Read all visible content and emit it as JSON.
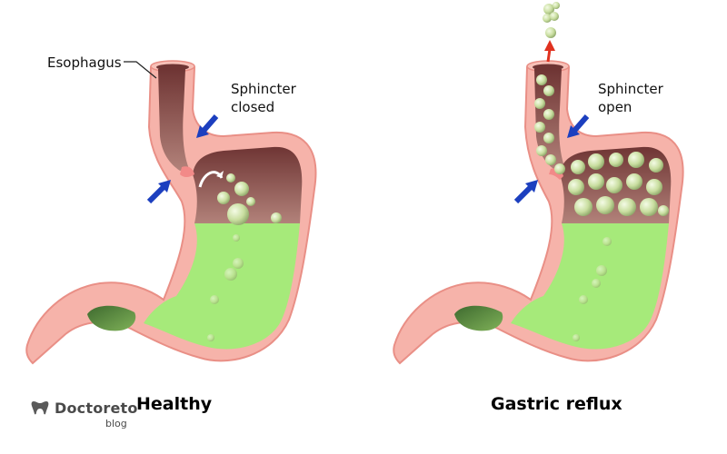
{
  "labels": {
    "esophagus": "Esophagus",
    "sphincter_closed": [
      "Sphincter",
      "closed"
    ],
    "sphincter_open": [
      "Sphincter",
      "open"
    ]
  },
  "captions": {
    "left": "Healthy",
    "right": "Gastric reflux"
  },
  "brand": {
    "name": "Doctoreto",
    "sub": "blog"
  },
  "colors": {
    "wall": "#f6b3aa",
    "wall_outline": "#e98f86",
    "cavity_upper": "#8a4a47",
    "acid": "#a6ea7a",
    "arrow": "#1c3fbf",
    "reflux_arrow": "#e0311f",
    "bubble": "#cfe3a6"
  }
}
